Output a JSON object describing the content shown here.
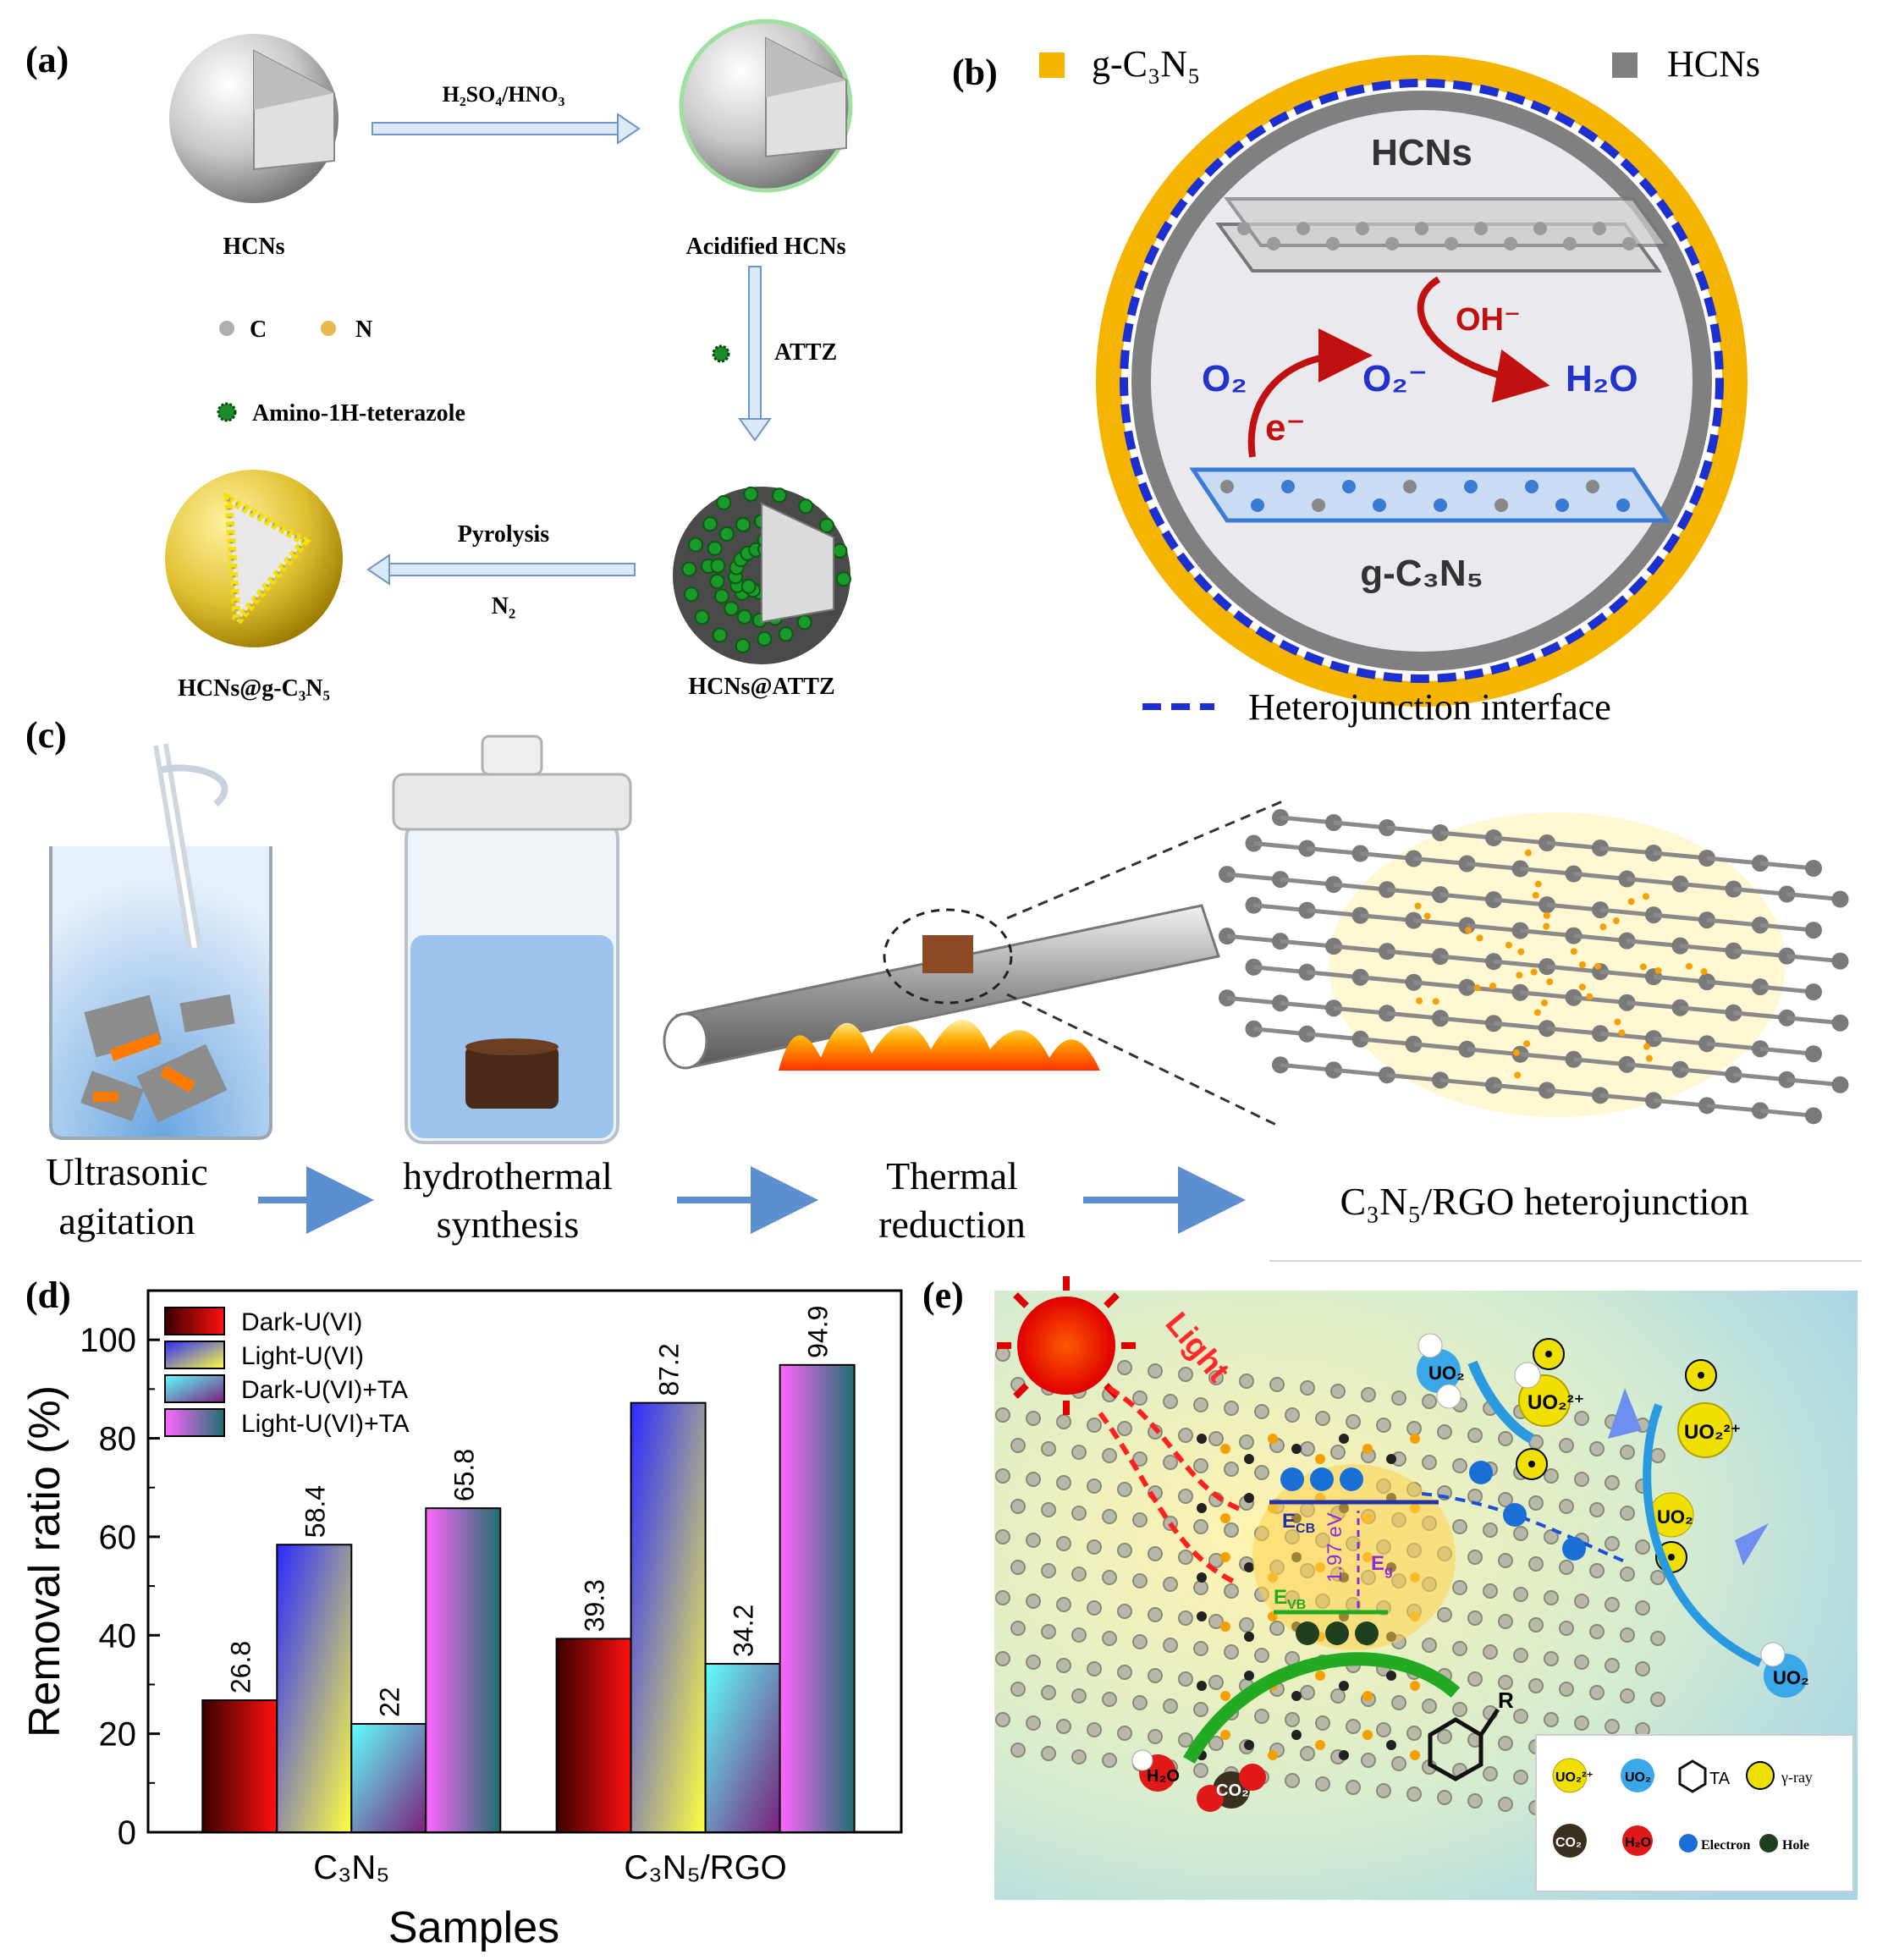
{
  "panel_labels": {
    "a": "(a)",
    "b": "(b)",
    "c": "(c)",
    "d": "(d)",
    "e": "(e)"
  },
  "panel_a": {
    "hcns": "HCNs",
    "acidified": "Acidified HCNs",
    "acid_label": "H₂SO₄/HNO₃",
    "attz": "ATTZ",
    "pyrolysis": "Pyrolysis",
    "n2": "N₂",
    "hcns_attz": "HCNs@ATTZ",
    "hcns_gc3n5": "HCNs@g-C₃N₅",
    "legend_c": "C",
    "legend_n": "N",
    "legend_amino": "Amino-1H-teterazole"
  },
  "panel_b": {
    "legend_gc3n5": "g-C₃N₅",
    "legend_hcns": "HCNs",
    "inner_hcns": "HCNs",
    "o2": "O₂",
    "o2_minus": "O₂⁻",
    "h2o": "H₂O",
    "oh_minus": "OH⁻",
    "e_minus": "e⁻",
    "inner_gc3n5": "g-C₃N₅",
    "heterojunction": "Heterojunction interface",
    "colors": {
      "gc3n5": "#f5b400",
      "hcns": "#808080",
      "interface": "#1c2fd0"
    }
  },
  "panel_c": {
    "step1_line1": "Ultrasonic",
    "step1_line2": "agitation",
    "step2_line1": "hydrothermal",
    "step2_line2": "synthesis",
    "step3_line1": "Thermal",
    "step3_line2": "reduction",
    "step4": "C₃N₅/RGO heterojunction"
  },
  "panel_e": {
    "light": "Light",
    "ecb": "E",
    "ecb_sub": "CB",
    "evb": "E",
    "evb_sub": "VB",
    "eg": "E",
    "eg_sub": "g",
    "gap": "1.97 eV",
    "uo2_2plus": "UO₂²⁺",
    "uo2": "UO₂",
    "co2": "CO₂",
    "h2o": "H₂O",
    "r": "R",
    "legend_ta": "TA",
    "legend_gamma": "γ-ray",
    "legend_electron": "Electron",
    "legend_hole": "Hole"
  },
  "chart_data": {
    "type": "bar",
    "categories": [
      "C₃N₅",
      "C₃N₅/RGO"
    ],
    "series": [
      {
        "name": "Dark-U(VI)",
        "values": [
          26.8,
          39.3
        ],
        "labels": [
          "26.8",
          "39.3"
        ]
      },
      {
        "name": "Light-U(VI)",
        "values": [
          58.4,
          87.2
        ],
        "labels": [
          "58.4",
          "87.2"
        ]
      },
      {
        "name": "Dark-U(VI)+TA",
        "values": [
          22,
          34.2
        ],
        "labels": [
          "22",
          "34.2"
        ]
      },
      {
        "name": "Light-U(VI)+TA",
        "values": [
          65.8,
          94.9
        ],
        "labels": [
          "65.8",
          "94.9"
        ]
      }
    ],
    "xlabel": "Samples",
    "ylabel": "Removal ratio (%)",
    "ylim": [
      0,
      110
    ],
    "yticks": [
      0,
      20,
      40,
      60,
      80,
      100
    ],
    "grid": false,
    "legend_position": "top-left",
    "colors": [
      [
        "#3a0000",
        "#ff1010"
      ],
      [
        "#2b2bff",
        "#ffff40"
      ],
      [
        "#60ffff",
        "#7a1f7a"
      ],
      [
        "#ff66ff",
        "#1f6f6f"
      ]
    ]
  }
}
